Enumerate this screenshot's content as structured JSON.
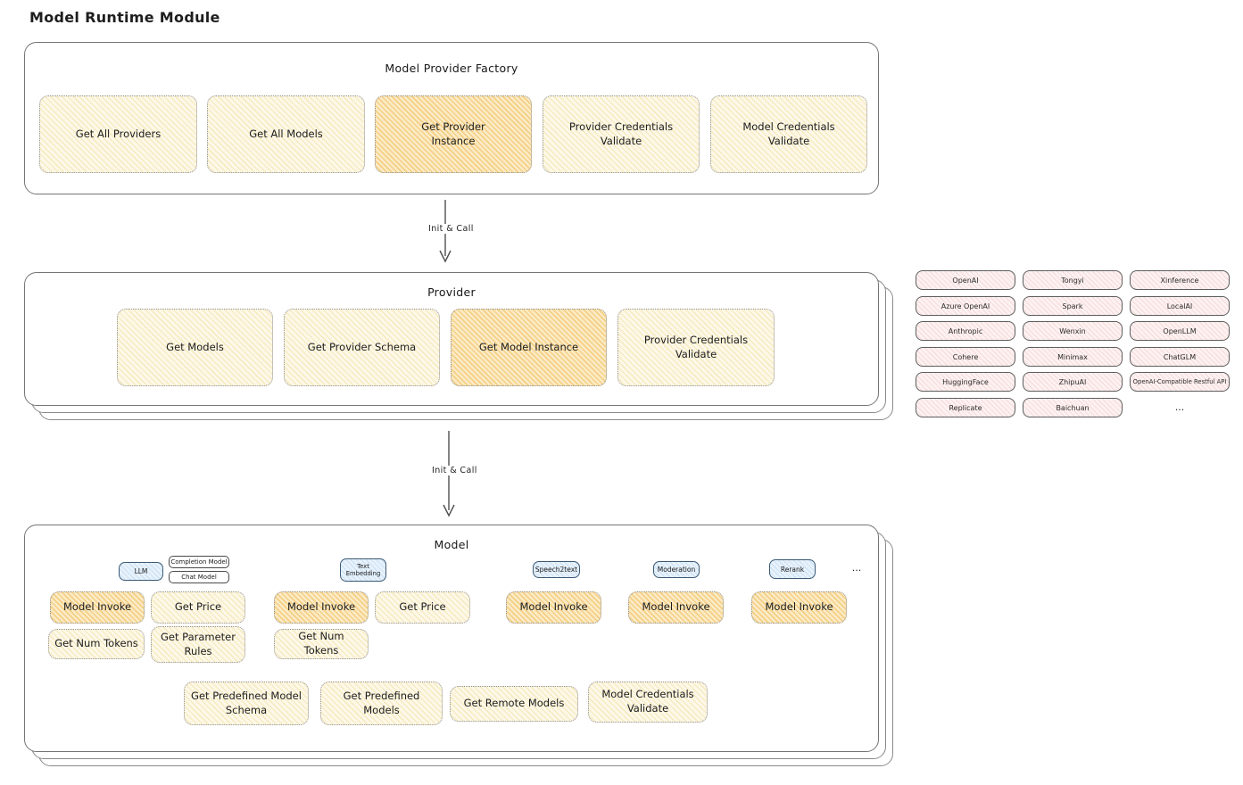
{
  "title": "Model Runtime Module",
  "factory": {
    "title": "Model Provider Factory",
    "buttons": [
      {
        "label": "Get All Providers",
        "highlight": false
      },
      {
        "label": "Get All Models",
        "highlight": false
      },
      {
        "label": "Get Provider Instance",
        "highlight": true
      },
      {
        "label": "Provider Credentials Validate",
        "highlight": false
      },
      {
        "label": "Model Credentials Validate",
        "highlight": false
      }
    ]
  },
  "arrow1": {
    "label": "Init & Call"
  },
  "arrow2": {
    "label": "Init & Call"
  },
  "provider": {
    "title": "Provider",
    "buttons": [
      {
        "label": "Get Models",
        "highlight": false
      },
      {
        "label": "Get Provider Schema",
        "highlight": false
      },
      {
        "label": "Get Model Instance",
        "highlight": true
      },
      {
        "label": "Provider Credentials Validate",
        "highlight": false
      }
    ]
  },
  "providers_grid": {
    "col1": [
      "OpenAI",
      "Azure OpenAI",
      "Anthropic",
      "Cohere",
      "HuggingFace",
      "Replicate"
    ],
    "col2": [
      "Tongyi",
      "Spark",
      "Wenxin",
      "Minimax",
      "ZhipuAI",
      "Baichuan"
    ],
    "col3": [
      "Xinference",
      "LocalAI",
      "OpenLLM",
      "ChatGLM",
      "OpenAI-Compatible Restful API"
    ],
    "more": "..."
  },
  "model": {
    "title": "Model",
    "more": "...",
    "groups": [
      {
        "tag": "LLM",
        "subtags": [
          "Completion Model",
          "Chat Model"
        ],
        "buttons": [
          {
            "label": "Model Invoke",
            "highlight": true
          },
          {
            "label": "Get Price",
            "highlight": false
          },
          {
            "label": "Get Num Tokens",
            "highlight": false
          },
          {
            "label": "Get Parameter Rules",
            "highlight": false
          }
        ]
      },
      {
        "tag": "Text Embedding",
        "buttons": [
          {
            "label": "Model Invoke",
            "highlight": true
          },
          {
            "label": "Get Price",
            "highlight": false
          },
          {
            "label": "Get Num Tokens",
            "highlight": false
          }
        ]
      },
      {
        "tag": "Speech2text",
        "buttons": [
          {
            "label": "Model Invoke",
            "highlight": true
          }
        ]
      },
      {
        "tag": "Moderation",
        "buttons": [
          {
            "label": "Model Invoke",
            "highlight": true
          }
        ]
      },
      {
        "tag": "Rerank",
        "buttons": [
          {
            "label": "Model Invoke",
            "highlight": true
          }
        ]
      }
    ],
    "shared_buttons": [
      {
        "label": "Get Predefined Model Schema"
      },
      {
        "label": "Get Predefined Models"
      },
      {
        "label": "Get Remote Models"
      },
      {
        "label": "Model Credentials Validate"
      }
    ]
  },
  "colors": {
    "ink": "#1e1e1e",
    "line": "#757575",
    "yellow-a": "#f7ebc3",
    "yellow-b": "#fdf8e8",
    "orange-a": "#f5cf85",
    "orange-b": "#fbebc6",
    "pink-a": "#f8dede",
    "pink-b": "#fdf2f2",
    "blue-a": "#cfe3f6",
    "blue-b": "#e8f2fb"
  }
}
